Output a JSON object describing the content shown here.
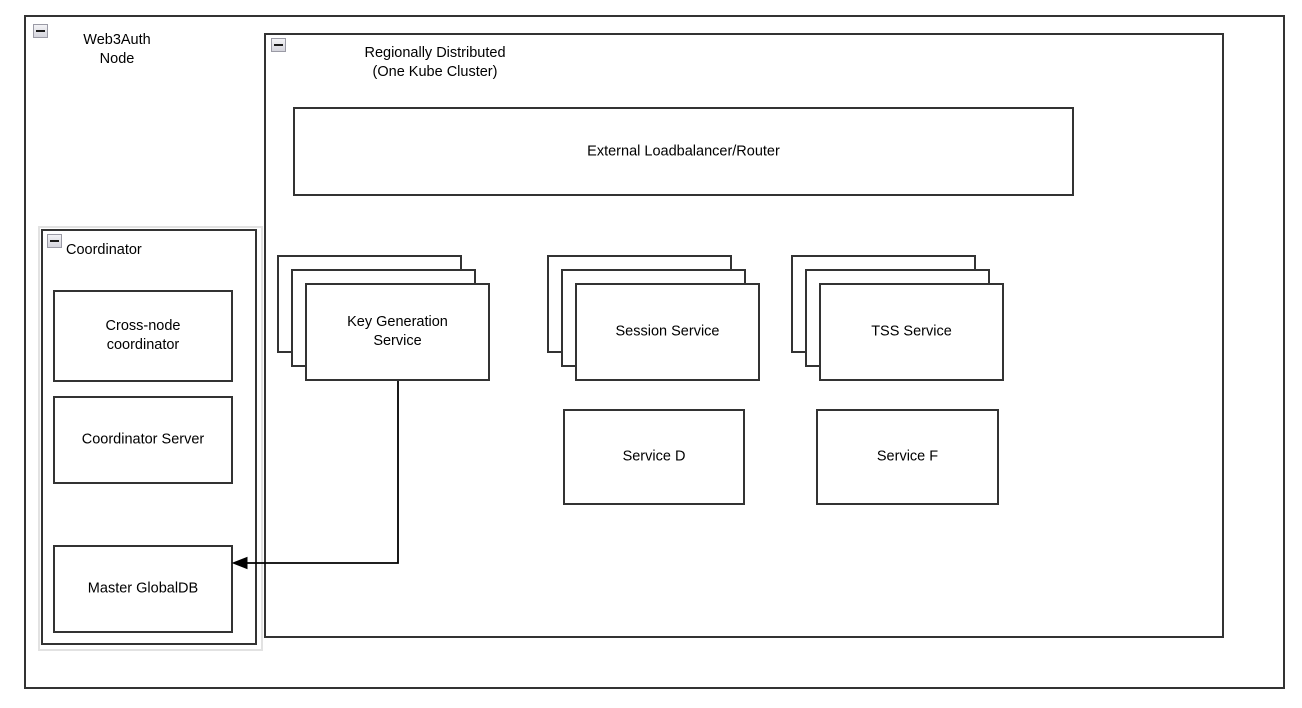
{
  "diagram": {
    "title_outer": "Web3Auth\nNode",
    "outer_group": {
      "label": "Web3Auth\nNode",
      "collapse_icon": "collapse-minus-icon"
    },
    "cluster_group": {
      "label": "Regionally Distributed\n(One Kube Cluster)",
      "collapse_icon": "collapse-minus-icon"
    },
    "coordinator_group": {
      "label": "Coordinator",
      "collapse_icon": "collapse-minus-icon",
      "children": [
        {
          "label": "Cross-node\ncoordinator"
        },
        {
          "label": "Coordinator Server"
        },
        {
          "label": "Master GlobalDB"
        }
      ]
    },
    "loadbalancer": {
      "label": "External Loadbalancer/Router"
    },
    "stacked_services": [
      {
        "label": "Key Generation\nService",
        "replicas": 3
      },
      {
        "label": "Session Service",
        "replicas": 3
      },
      {
        "label": "TSS Service",
        "replicas": 3
      }
    ],
    "plain_services": [
      {
        "label": "Service D"
      },
      {
        "label": "Service F"
      }
    ],
    "connectors": [
      {
        "name": "keygen-to-globaldb",
        "from": "Key Generation Service",
        "to": "Master GlobalDB",
        "arrow": "end"
      }
    ],
    "colors": {
      "stroke": "#333333",
      "fill": "#ffffff",
      "text": "#000000",
      "selection_frame": "#e2e2e2",
      "icon_border": "#9a9aa5"
    }
  }
}
